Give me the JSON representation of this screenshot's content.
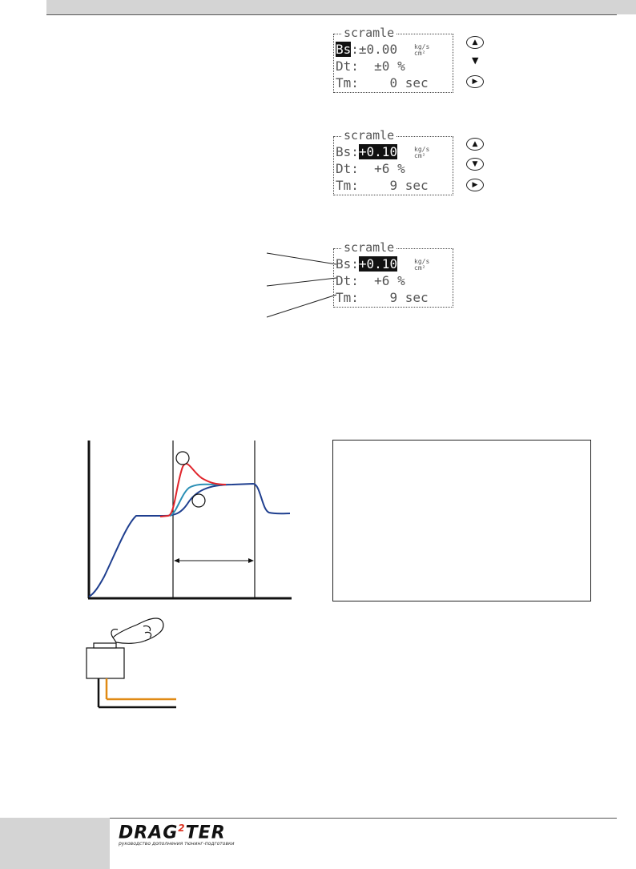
{
  "lcd_panels": [
    {
      "title": "scramle",
      "bs_label": "Bs",
      "bs_sep": ":",
      "bs_value": "±0.00",
      "dt_label": "Dt:",
      "dt_value": "±0",
      "dt_unit": "%",
      "tm_label": "Tm:",
      "tm_value": "0",
      "tm_unit": "sec",
      "unit_top": "kg/s",
      "unit_bot": "cm²"
    },
    {
      "title": "scramle",
      "bs_label": "Bs:",
      "bs_value": "+0.10",
      "dt_label": "Dt:",
      "dt_value": "+6",
      "dt_unit": "%",
      "tm_label": "Tm:",
      "tm_value": "9",
      "tm_unit": "sec",
      "unit_top": "kg/s",
      "unit_bot": "cm²"
    },
    {
      "title": "scramle",
      "bs_label": "Bs:",
      "bs_value": "+0.10",
      "dt_label": "Dt:",
      "dt_value": "+6",
      "dt_unit": "%",
      "tm_label": "Tm:",
      "tm_value": "9",
      "tm_unit": "sec",
      "unit_top": "kg/s",
      "unit_bot": "cm²"
    }
  ],
  "icons": {
    "up": "▲",
    "down": "▼",
    "right": "▶"
  },
  "colors": {
    "curve_base": "#1f3f8f",
    "curve_peak": "#e0242b",
    "curve_alt": "#2a8fb5",
    "wire": "#e08a14"
  },
  "footer": {
    "logo_main": "DRAG",
    "logo_sup": "2",
    "logo_end": "TER",
    "tagline": "руководство дополнения тюнинг-подготовки"
  }
}
